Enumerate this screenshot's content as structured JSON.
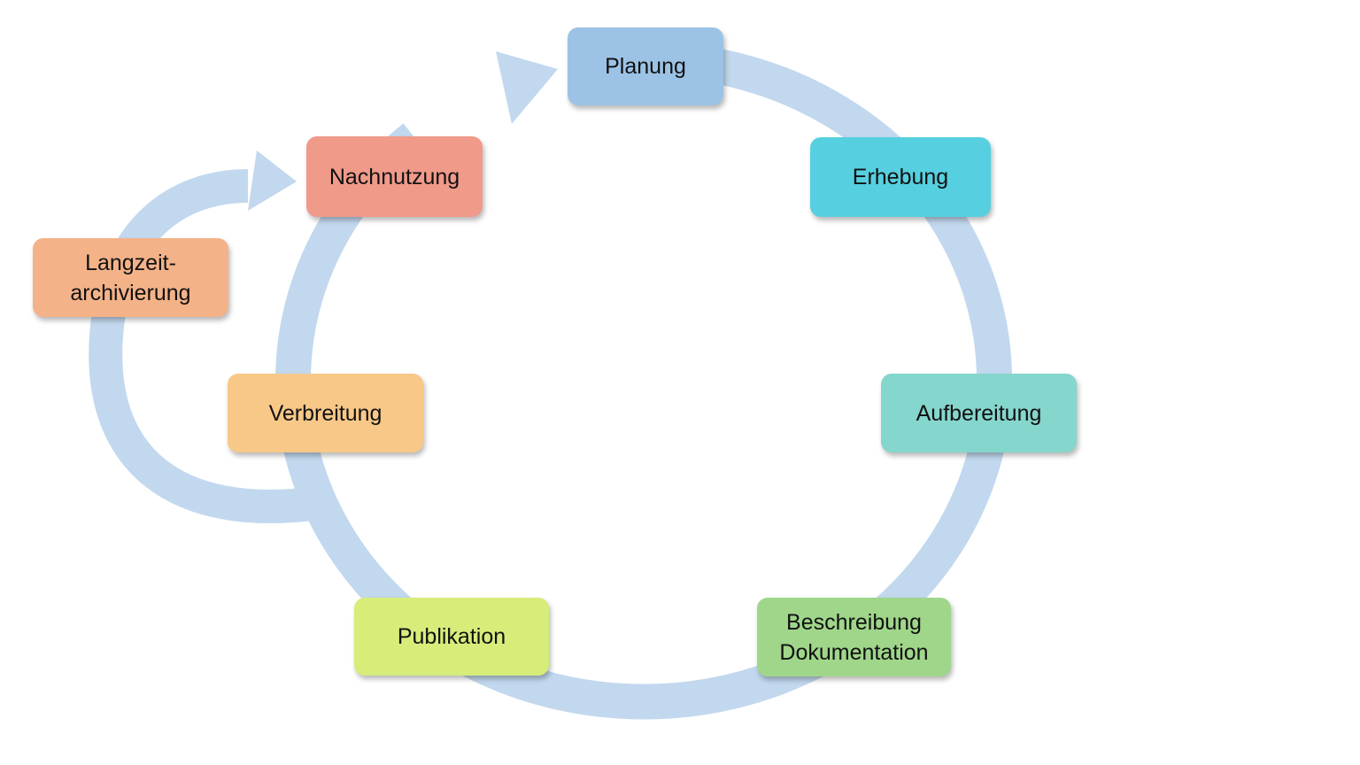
{
  "diagram": {
    "cycle_colors": {
      "arrow": "#c2d8ee"
    },
    "nodes": [
      {
        "id": "planung",
        "lines": [
          "Planung"
        ],
        "color": "#9cc3e6"
      },
      {
        "id": "erhebung",
        "lines": [
          "Erhebung"
        ],
        "color": "#56d0e0"
      },
      {
        "id": "aufbereitung",
        "lines": [
          "Aufbereitung"
        ],
        "color": "#85d6cd"
      },
      {
        "id": "beschreibung",
        "lines": [
          "Beschreibung",
          "Dokumentation"
        ],
        "color": "#9fd68a"
      },
      {
        "id": "publikation",
        "lines": [
          "Publikation"
        ],
        "color": "#d6ed7a"
      },
      {
        "id": "verbreitung",
        "lines": [
          "Verbreitung"
        ],
        "color": "#f8c888"
      },
      {
        "id": "nachnutzung",
        "lines": [
          "Nachnutzung"
        ],
        "color": "#f09a8a"
      },
      {
        "id": "langzeit",
        "lines": [
          "Langzeit-",
          "archivierung"
        ],
        "color": "#f4b288"
      }
    ],
    "connections": [
      {
        "from": "planung",
        "to": "erhebung"
      },
      {
        "from": "erhebung",
        "to": "aufbereitung"
      },
      {
        "from": "aufbereitung",
        "to": "beschreibung"
      },
      {
        "from": "beschreibung",
        "to": "publikation"
      },
      {
        "from": "publikation",
        "to": "verbreitung"
      },
      {
        "from": "verbreitung",
        "to": "nachnutzung"
      },
      {
        "from": "nachnutzung",
        "to": "planung"
      },
      {
        "from": "verbreitung",
        "to": "langzeit"
      },
      {
        "from": "langzeit",
        "to": "nachnutzung"
      }
    ]
  }
}
